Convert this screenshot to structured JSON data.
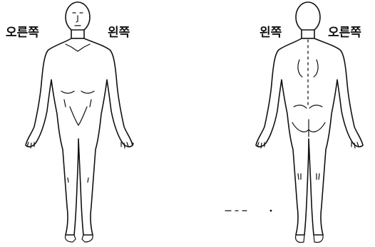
{
  "labels": {
    "front_right": "오른쪽",
    "front_left": "왼쪽",
    "back_left": "왼쪽",
    "back_right": "오른쪽"
  },
  "colors": {
    "ink": "#111111",
    "background": "#ffffff"
  }
}
